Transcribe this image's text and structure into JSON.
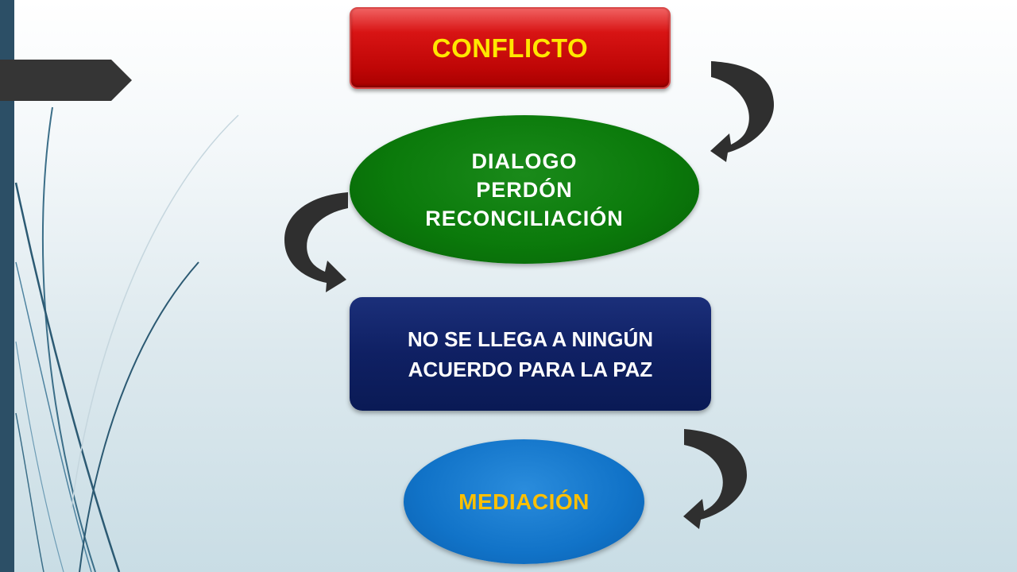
{
  "nodes": {
    "conflicto": "CONFLICTO",
    "dialogo": [
      "DIALOGO",
      "PERDÓN",
      "RECONCILIACIÓN"
    ],
    "acuerdo": [
      "NO SE LLEGA A NINGÚN",
      "ACUERDO PARA LA PAZ"
    ],
    "mediacion": "MEDIACIÓN"
  },
  "colors": {
    "conflicto_fill": "#c00000",
    "conflicto_text": "#ffe700",
    "dialogo_fill": "#0b7a0b",
    "acuerdo_fill": "#0f2063",
    "mediacion_fill": "#1173c8",
    "mediacion_text": "#ffc000",
    "arrow": "#2f2f2f",
    "left_bar": "#2c4f66"
  },
  "edges": [
    {
      "from": "conflicto",
      "to": "dialogo"
    },
    {
      "from": "dialogo",
      "to": "acuerdo"
    },
    {
      "from": "acuerdo",
      "to": "mediacion"
    }
  ]
}
